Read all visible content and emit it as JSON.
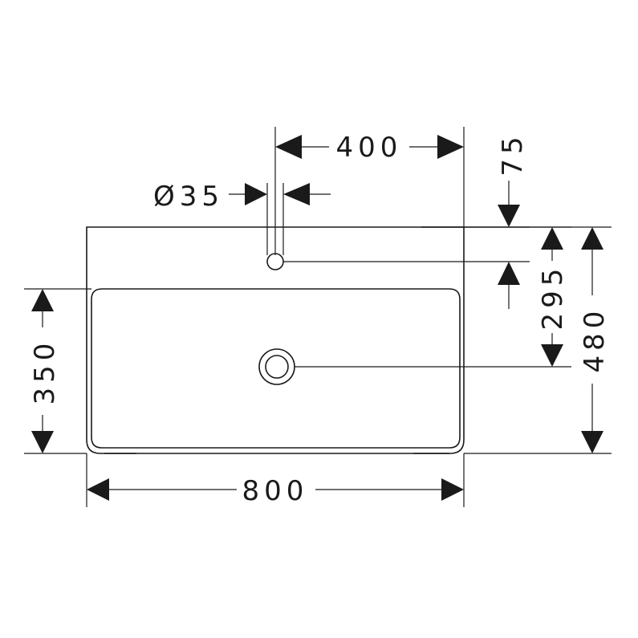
{
  "dimensions": {
    "hole_spacing": "400",
    "hole_diameter": "Ø35",
    "top_offset": "75",
    "hole_to_drain": "295",
    "total_depth": "480",
    "bowl_depth": "350",
    "total_width": "800"
  },
  "colors": {
    "line": "#1a1a1a",
    "background": "#ffffff"
  }
}
